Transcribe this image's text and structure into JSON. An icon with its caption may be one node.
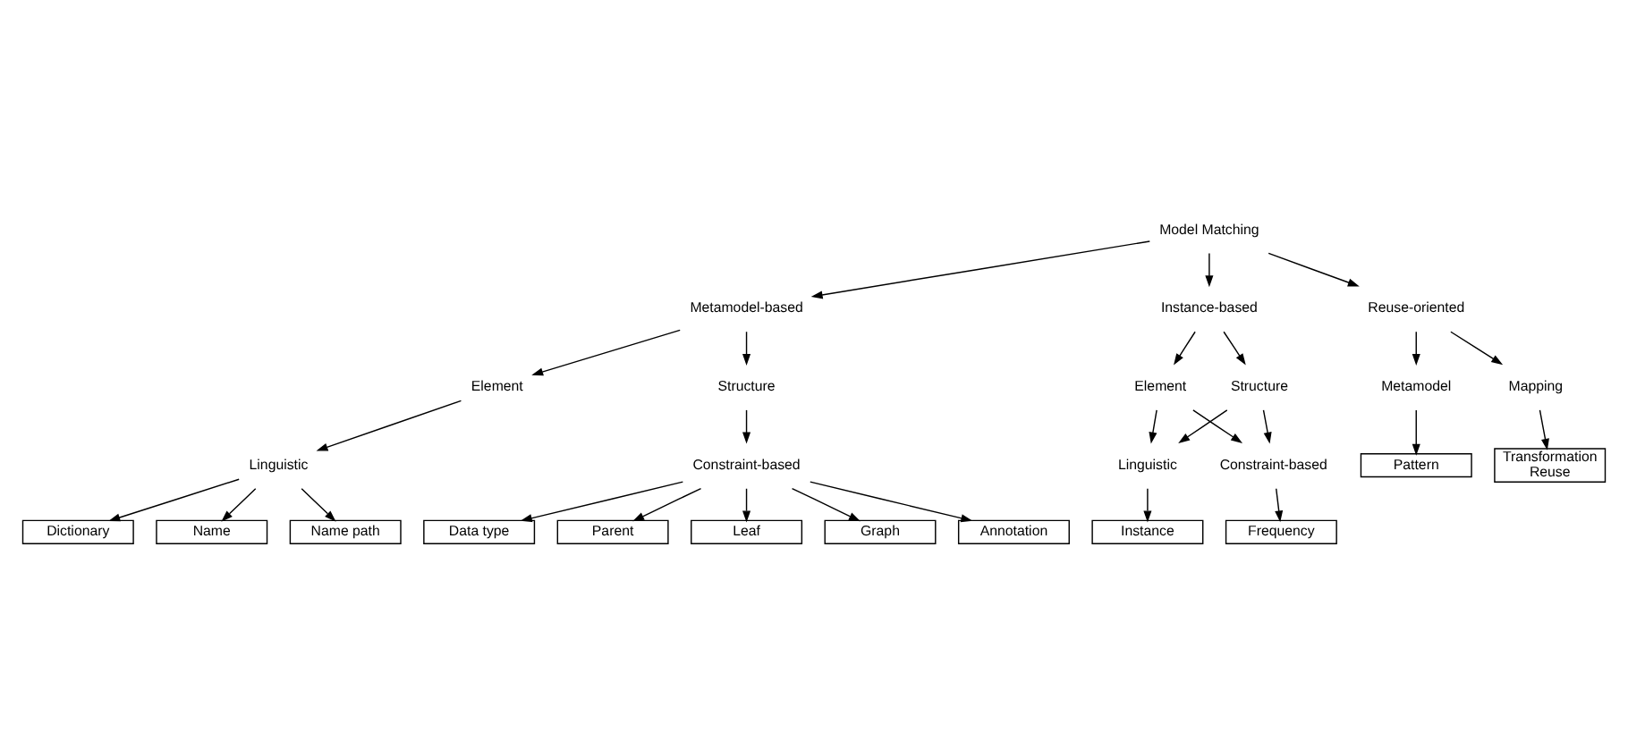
{
  "diagram": {
    "nodes": [
      {
        "text": [
          "Model Matching"
        ]
      },
      {
        "text": [
          "Metamodel-based"
        ]
      },
      {
        "text": [
          "Instance-based"
        ]
      },
      {
        "text": [
          "Reuse-oriented"
        ]
      },
      {
        "text": [
          "Element"
        ]
      },
      {
        "text": [
          "Structure"
        ]
      },
      {
        "text": [
          "Linguistic"
        ]
      },
      {
        "text": [
          "Constraint-based"
        ]
      },
      {
        "text": [
          "Dictionary"
        ]
      },
      {
        "text": [
          "Name"
        ]
      },
      {
        "text": [
          "Name path"
        ]
      },
      {
        "text": [
          "Data type"
        ]
      },
      {
        "text": [
          "Parent"
        ]
      },
      {
        "text": [
          "Leaf"
        ]
      },
      {
        "text": [
          "Graph"
        ]
      },
      {
        "text": [
          "Annotation"
        ]
      },
      {
        "text": [
          "Element"
        ]
      },
      {
        "text": [
          "Structure"
        ]
      },
      {
        "text": [
          "Linguistic"
        ]
      },
      {
        "text": [
          "Constraint-based"
        ]
      },
      {
        "text": [
          "Instance"
        ]
      },
      {
        "text": [
          "Frequency"
        ]
      },
      {
        "text": [
          "Metamodel"
        ]
      },
      {
        "text": [
          "Mapping"
        ]
      },
      {
        "text": [
          "Pattern"
        ]
      },
      {
        "text": [
          "Transformation Reuse"
        ]
      }
    ],
    "edges": [
      {
        "from": 0,
        "to": 1,
        "arrow": "to"
      },
      {
        "from": 0,
        "to": 2,
        "arrow": "to"
      },
      {
        "from": 0,
        "to": 3,
        "arrow": "to"
      },
      {
        "from": 1,
        "to": 4,
        "arrow": "to"
      },
      {
        "from": 1,
        "to": 5,
        "arrow": "to"
      },
      {
        "from": 4,
        "to": 6,
        "arrow": "to"
      },
      {
        "from": 5,
        "to": 7,
        "arrow": "to"
      },
      {
        "from": 6,
        "to": 8,
        "arrow": "to"
      },
      {
        "from": 6,
        "to": 9,
        "arrow": "to"
      },
      {
        "from": 6,
        "to": 10,
        "arrow": "to"
      },
      {
        "from": 7,
        "to": 11,
        "arrow": "to"
      },
      {
        "from": 7,
        "to": 12,
        "arrow": "to"
      },
      {
        "from": 7,
        "to": 13,
        "arrow": "to"
      },
      {
        "from": 7,
        "to": 14,
        "arrow": "to"
      },
      {
        "from": 7,
        "to": 15,
        "arrow": "to"
      },
      {
        "from": 2,
        "to": 16,
        "arrow": "to"
      },
      {
        "from": 2,
        "to": 17,
        "arrow": "to"
      },
      {
        "from": 16,
        "to": 18,
        "arrow": "to"
      },
      {
        "from": 16,
        "to": 19,
        "arrow": "to"
      },
      {
        "from": 17,
        "to": 18,
        "arrow": "to"
      },
      {
        "from": 17,
        "to": 19,
        "arrow": "to"
      },
      {
        "from": 18,
        "to": 20,
        "arrow": "to"
      },
      {
        "from": 19,
        "to": 21,
        "arrow": "to"
      },
      {
        "from": 3,
        "to": 22,
        "arrow": "to"
      },
      {
        "from": 3,
        "to": 23,
        "arrow": "to"
      },
      {
        "from": 22,
        "to": 24,
        "arrow": "to"
      },
      {
        "from": 23,
        "to": 25,
        "arrow": "to"
      }
    ]
  }
}
